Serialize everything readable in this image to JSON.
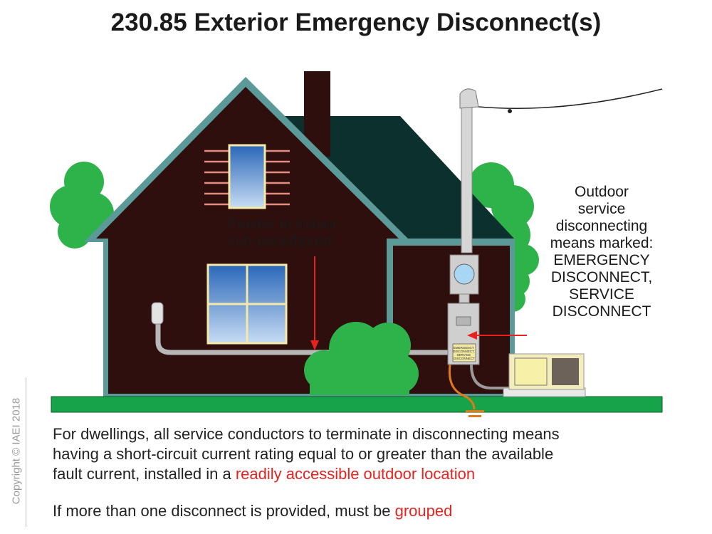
{
  "title": "230.85 Exterior Emergency Disconnect(s)",
  "callouts": {
    "feeder": [
      "Feeder to indoor",
      "sub-panelboard"
    ],
    "outdoor": [
      "Outdoor",
      "service",
      "disconnecting",
      "means marked:",
      "EMERGENCY",
      "DISCONNECT,",
      "SERVICE",
      "DISCONNECT"
    ],
    "panel_label": [
      "EMERGENCY",
      "DISCONNECT,",
      "SERVICE",
      "DISCONNECT"
    ]
  },
  "body": {
    "para1_lines": [
      "For dwellings, all service conductors to terminate in disconnecting means",
      "having a short-circuit current rating equal to or greater than the available",
      "fault current, installed in a "
    ],
    "para1_highlight": "readily accessible outdoor location",
    "para2": "If more than one disconnect is provided, must be ",
    "para2_highlight": "grouped"
  },
  "copyright": "Copyright © IAEI 2018",
  "colors": {
    "house": "#2f0f0d",
    "trim": "#5b9a98",
    "back_roof": "#0c302d",
    "grass": "#17a34a",
    "tree": "#2db34a",
    "highlight": "#e8231f",
    "ground_wire": "#e07b1a"
  }
}
